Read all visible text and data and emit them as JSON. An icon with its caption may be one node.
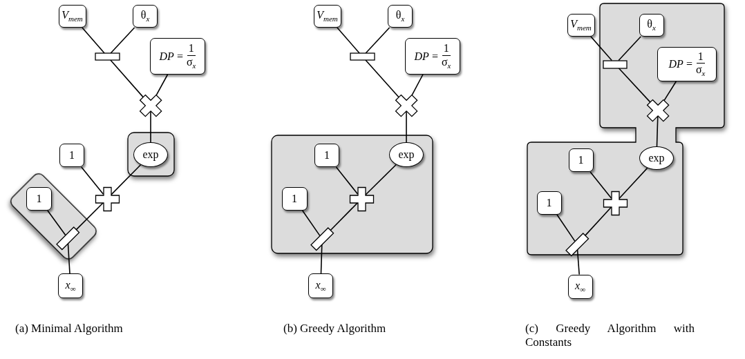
{
  "diagram": {
    "nodes": [
      {
        "text": [
          "V$_{mem}$"
        ]
      },
      {
        "text": [
          "θ$_{x}$"
        ]
      },
      {
        "text": [],
        "shape": "bar"
      },
      {
        "text": [
          "*DP* =",
          "1",
          "σ$_{x}$"
        ]
      },
      {
        "text": [],
        "shape": "cross"
      },
      {
        "text": [],
        "shape": "box"
      },
      {
        "text": [
          "exp"
        ],
        "in": 5
      },
      {
        "text": [
          "1"
        ]
      },
      {
        "text": [],
        "shape": "plus"
      },
      {
        "text": [],
        "shape": "box"
      },
      {
        "text": [
          "1"
        ],
        "in": 9
      },
      {
        "text": [],
        "shape": "bar",
        "in": 9
      },
      {
        "text": [
          "*x*$_{∞}$"
        ]
      },
      {
        "text": [
          "V$_{mem}$"
        ]
      },
      {
        "text": [
          "θ$_{x}$"
        ]
      },
      {
        "text": [],
        "shape": "bar"
      },
      {
        "text": [
          "*DP* =",
          "1",
          "σ$_{x}$"
        ]
      },
      {
        "text": [],
        "shape": "cross"
      },
      {
        "text": [],
        "shape": "box"
      },
      {
        "text": [
          "exp"
        ],
        "in": 18
      },
      {
        "text": [
          "1"
        ],
        "in": 18
      },
      {
        "text": [],
        "shape": "plus",
        "in": 18
      },
      {
        "text": [
          "1"
        ],
        "in": 18
      },
      {
        "text": [],
        "shape": "bar",
        "in": 18
      },
      {
        "text": [
          "*x*$_{∞}$"
        ]
      },
      {
        "text": [
          "V$_{mem}$"
        ]
      },
      {
        "text": [],
        "shape": "box"
      },
      {
        "text": [
          "θ$_{x}$"
        ],
        "in": 26
      },
      {
        "text": [],
        "shape": "bar",
        "in": 26
      },
      {
        "text": [
          "*DP* =",
          "1",
          "σ$_{x}$"
        ],
        "in": 26
      },
      {
        "text": [],
        "shape": "cross",
        "in": 26
      },
      {
        "text": [
          "exp"
        ],
        "in": 26
      },
      {
        "text": [
          "1"
        ],
        "in": 26
      },
      {
        "text": [],
        "shape": "plus",
        "in": 26
      },
      {
        "text": [
          "1"
        ],
        "in": 26
      },
      {
        "text": [],
        "shape": "bar",
        "in": 26
      },
      {
        "text": [
          "*x*$_{∞}$"
        ]
      }
    ],
    "edges": [
      {
        "from": 0,
        "to": 2,
        "arrow": "none"
      },
      {
        "from": 1,
        "to": 2,
        "arrow": "none"
      },
      {
        "from": 2,
        "to": 4,
        "arrow": "none"
      },
      {
        "from": 3,
        "to": 4,
        "arrow": "none"
      },
      {
        "from": 4,
        "to": 6,
        "arrow": "none"
      },
      {
        "from": 6,
        "to": 8,
        "arrow": "none"
      },
      {
        "from": 7,
        "to": 8,
        "arrow": "none"
      },
      {
        "from": 8,
        "to": 11,
        "arrow": "none"
      },
      {
        "from": 10,
        "to": 11,
        "arrow": "none"
      },
      {
        "from": 11,
        "to": 12,
        "arrow": "none"
      },
      {
        "from": 13,
        "to": 15,
        "arrow": "none"
      },
      {
        "from": 14,
        "to": 15,
        "arrow": "none"
      },
      {
        "from": 15,
        "to": 17,
        "arrow": "none"
      },
      {
        "from": 16,
        "to": 17,
        "arrow": "none"
      },
      {
        "from": 17,
        "to": 19,
        "arrow": "none"
      },
      {
        "from": 19,
        "to": 21,
        "arrow": "none"
      },
      {
        "from": 20,
        "to": 21,
        "arrow": "none"
      },
      {
        "from": 21,
        "to": 23,
        "arrow": "none"
      },
      {
        "from": 22,
        "to": 23,
        "arrow": "none"
      },
      {
        "from": 23,
        "to": 24,
        "arrow": "none"
      },
      {
        "from": 25,
        "to": 28,
        "arrow": "none"
      },
      {
        "from": 27,
        "to": 28,
        "arrow": "none"
      },
      {
        "from": 28,
        "to": 30,
        "arrow": "none"
      },
      {
        "from": 29,
        "to": 30,
        "arrow": "none"
      },
      {
        "from": 30,
        "to": 31,
        "arrow": "none"
      },
      {
        "from": 31,
        "to": 33,
        "arrow": "none"
      },
      {
        "from": 32,
        "to": 33,
        "arrow": "none"
      },
      {
        "from": 33,
        "to": 35,
        "arrow": "none"
      },
      {
        "from": 34,
        "to": 35,
        "arrow": "none"
      },
      {
        "from": 35,
        "to": 36,
        "arrow": "none"
      }
    ],
    "labels": [
      "(a) Minimal Algorithm",
      "(b) Greedy Algorithm",
      "(c) Greedy Algorithm with Constants"
    ]
  }
}
